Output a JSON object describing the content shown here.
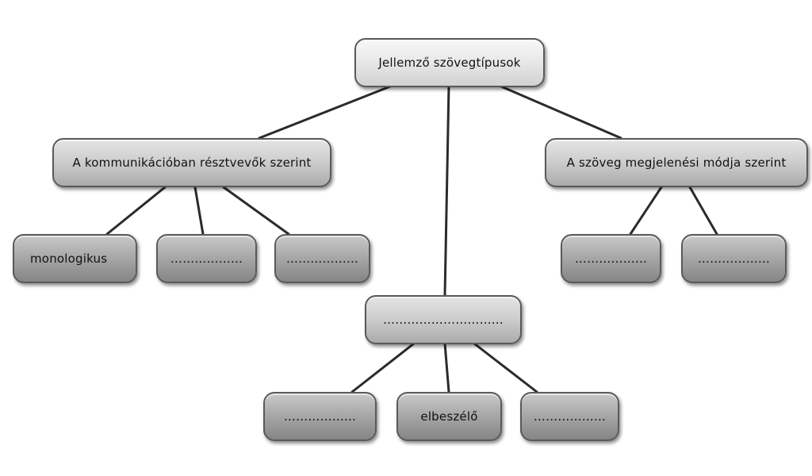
{
  "nodes": {
    "root": "Jellemző szövegtípusok",
    "communication": "A kommunikációban résztvevők szerint",
    "appearance": "A szöveg megjelenési módja szerint",
    "comm_1": "monologikus",
    "comm_2": "………………",
    "comm_3": "………………",
    "appear_1": "………………",
    "appear_2": "………………",
    "middle": "…………………………",
    "middle_1": "………………",
    "middle_2": "elbeszélő",
    "middle_3": "………………"
  }
}
